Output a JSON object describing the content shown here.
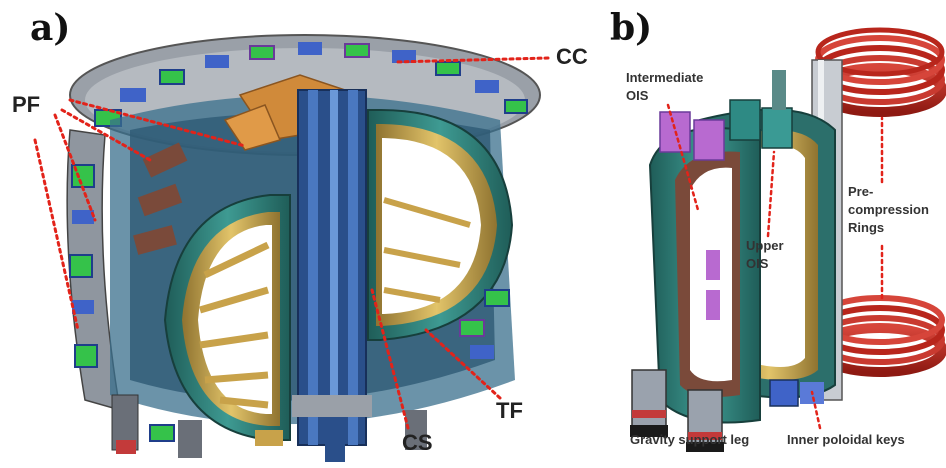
{
  "panel_a": {
    "label": "a)",
    "callouts": {
      "cc": "CC",
      "pf": "PF",
      "cs": "CS",
      "tf": "TF"
    }
  },
  "panel_b": {
    "label": "b)",
    "callouts": {
      "intermediate_ois_line1": "Intermediate",
      "intermediate_ois_line2": "OIS",
      "upper_ois_line1": "Upper",
      "upper_ois_line2": "OIS",
      "precompression_line1": "Pre-",
      "precompression_line2": "compression",
      "precompression_line3": "Rings",
      "gravity_support_leg": "Gravity support leg",
      "inner_poloidal_keys": "Inner poloidal keys"
    }
  },
  "colors": {
    "arrow": "#e2231a",
    "teal": "#2f7f7a",
    "green": "#35c24a",
    "blue": "#3f63c8",
    "gold": "#c8a24a",
    "brown": "#7a4a3a",
    "purple": "#b86ad0",
    "ring_red": "#b8261c"
  }
}
